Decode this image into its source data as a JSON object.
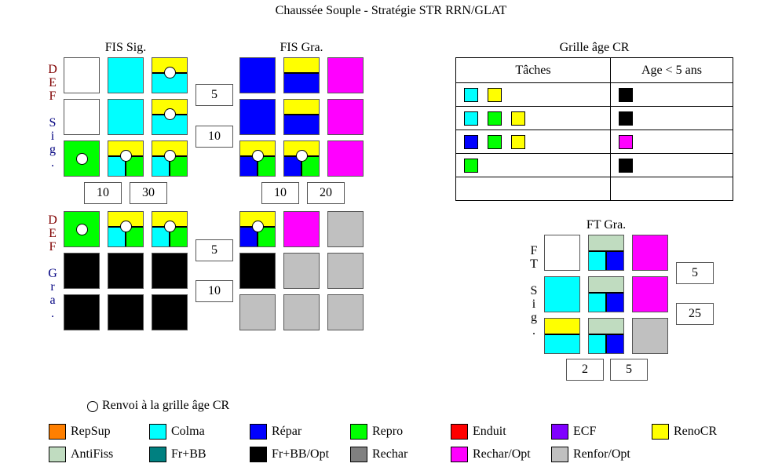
{
  "title": "Chaussée Souple - Stratégie STR RRN/GLAT",
  "colors": {
    "RepSup": "#ff7f00",
    "Colma": "#00ffff",
    "Répar": "#0000ff",
    "Repro": "#00ff00",
    "Enduit": "#ff0000",
    "ECF": "#8000ff",
    "RenoCR": "#ffff00",
    "AntiFiss": "#c0dcc0",
    "Fr+BB": "#008080",
    "Fr+BB/Opt": "#000000",
    "Rechar": "#808080",
    "Rechar/Opt": "#ff00ff",
    "Renfor/Opt": "#c0c0c0",
    "none": "#ffffff"
  },
  "fis_sig": {
    "title": "FIS Sig.",
    "rows": [
      [
        {
          "fill": "none"
        },
        {
          "fill": "Colma"
        },
        {
          "top": "RenoCR",
          "bot": [
            "Colma"
          ],
          "circle": true
        }
      ],
      [
        {
          "fill": "none"
        },
        {
          "fill": "Colma"
        },
        {
          "top": "RenoCR",
          "bot": [
            "Colma"
          ],
          "circle": true
        }
      ],
      [
        {
          "fill": "Repro",
          "circle": true
        },
        {
          "top": "RenoCR",
          "bot": [
            "Colma",
            "Repro"
          ],
          "circle": true
        },
        {
          "top": "RenoCR",
          "bot": [
            "Colma",
            "Repro"
          ],
          "circle": true
        }
      ]
    ],
    "col_thresholds": [
      "10",
      "30"
    ]
  },
  "fis_gra": {
    "title": "FIS Gra.",
    "rows": [
      [
        {
          "fill": "Répar"
        },
        {
          "top": "RenoCR",
          "bot": [
            "Répar"
          ]
        },
        {
          "fill": "Rechar/Opt"
        }
      ],
      [
        {
          "fill": "Répar"
        },
        {
          "top": "RenoCR",
          "bot": [
            "Répar"
          ]
        },
        {
          "fill": "Rechar/Opt"
        }
      ],
      [
        {
          "top": "RenoCR",
          "bot": [
            "Répar",
            "Repro"
          ],
          "circle": true
        },
        {
          "top": "RenoCR",
          "bot": [
            "Répar",
            "Repro"
          ],
          "circle": true
        },
        {
          "fill": "Rechar/Opt"
        }
      ]
    ],
    "col_thresholds": [
      "10",
      "20"
    ]
  },
  "def_gra_sig": {
    "rows": [
      [
        {
          "fill": "Repro",
          "circle": true
        },
        {
          "top": "RenoCR",
          "bot": [
            "Colma",
            "Repro"
          ],
          "circle": true
        },
        {
          "top": "RenoCR",
          "bot": [
            "Colma",
            "Repro"
          ],
          "circle": true
        }
      ],
      [
        {
          "fill": "Fr+BB/Opt"
        },
        {
          "fill": "Fr+BB/Opt"
        },
        {
          "fill": "Fr+BB/Opt"
        }
      ],
      [
        {
          "fill": "Fr+BB/Opt"
        },
        {
          "fill": "Fr+BB/Opt"
        },
        {
          "fill": "Fr+BB/Opt"
        }
      ]
    ]
  },
  "def_gra_gra": {
    "rows": [
      [
        {
          "top": "RenoCR",
          "bot": [
            "Répar",
            "Repro"
          ],
          "circle": true
        },
        {
          "fill": "Rechar/Opt"
        },
        {
          "fill": "Renfor/Opt"
        }
      ],
      [
        {
          "fill": "Fr+BB/Opt"
        },
        {
          "fill": "Renfor/Opt"
        },
        {
          "fill": "Renfor/Opt"
        }
      ],
      [
        {
          "fill": "Renfor/Opt"
        },
        {
          "fill": "Renfor/Opt"
        },
        {
          "fill": "Renfor/Opt"
        }
      ]
    ]
  },
  "def_sig_label": {
    "a": [
      "D",
      "E",
      "F"
    ],
    "b": [
      "S",
      "i",
      "g",
      "."
    ]
  },
  "def_gra_label": {
    "a": [
      "D",
      "E",
      "F"
    ],
    "b": [
      "G",
      "r",
      "a",
      "."
    ]
  },
  "def_sig_thresholds": [
    "5",
    "10"
  ],
  "def_gra_thresholds": [
    "5",
    "10"
  ],
  "grille": {
    "title": "Grille âge CR",
    "headers": [
      "Tâches",
      "Age < 5 ans"
    ],
    "rows": [
      {
        "tasks": [
          "Colma",
          "RenoCR"
        ],
        "age": "Fr+BB/Opt"
      },
      {
        "tasks": [
          "Colma",
          "Repro",
          "RenoCR"
        ],
        "age": "Fr+BB/Opt"
      },
      {
        "tasks": [
          "Répar",
          "Repro",
          "RenoCR"
        ],
        "age": "Rechar/Opt"
      },
      {
        "tasks": [
          "Repro"
        ],
        "age": "Fr+BB/Opt"
      },
      {
        "tasks": [],
        "age": null
      }
    ]
  },
  "ft_gra": {
    "title": "FT Gra.",
    "label": {
      "a": [
        "F",
        "T"
      ],
      "b": [
        "S",
        "i",
        "g",
        "."
      ]
    },
    "rows": [
      [
        {
          "fill": "none"
        },
        {
          "top": "AntiFiss",
          "bot": [
            "Colma",
            "Répar"
          ]
        },
        {
          "fill": "Rechar/Opt"
        }
      ],
      [
        {
          "fill": "Colma"
        },
        {
          "top": "AntiFiss",
          "bot": [
            "Colma",
            "Répar"
          ]
        },
        {
          "fill": "Rechar/Opt"
        }
      ],
      [
        {
          "top": "RenoCR",
          "bot": [
            "Colma"
          ]
        },
        {
          "top": "AntiFiss",
          "bot": [
            "Colma",
            "Répar"
          ]
        },
        {
          "fill": "Renfor/Opt"
        }
      ]
    ],
    "row_thresholds": [
      "5",
      "25"
    ],
    "col_thresholds": [
      "2",
      "5"
    ]
  },
  "note": "Renvoi à la grille âge CR",
  "legend": [
    [
      "RepSup",
      "Colma",
      "Répar",
      "Repro",
      "Enduit",
      "ECF",
      "RenoCR"
    ],
    [
      "AntiFiss",
      "Fr+BB",
      "Fr+BB/Opt",
      "Rechar",
      "Rechar/Opt",
      "Renfor/Opt"
    ]
  ]
}
